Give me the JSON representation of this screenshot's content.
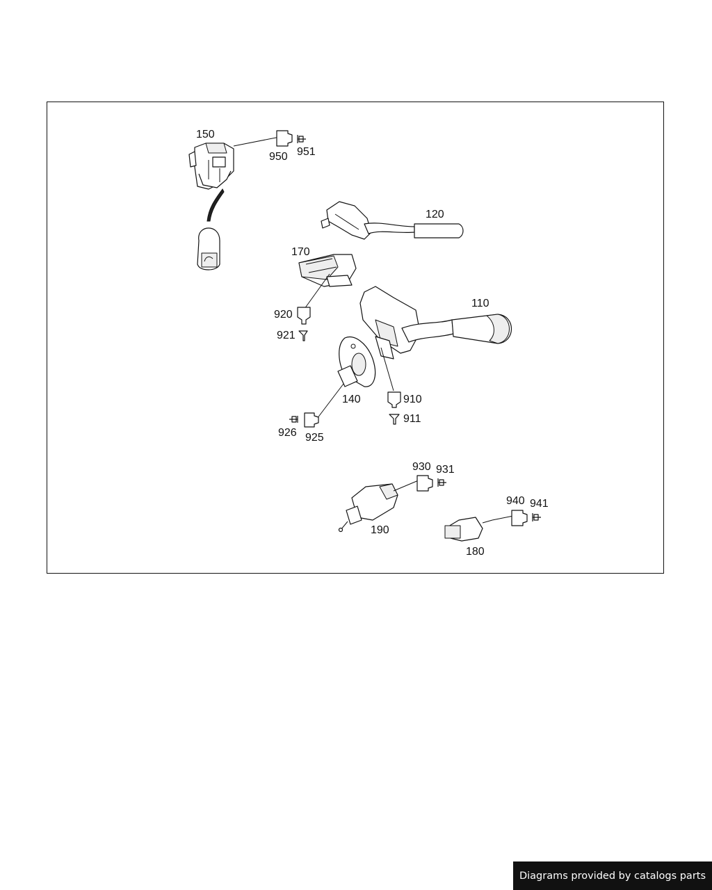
{
  "callouts": {
    "c150": "150",
    "c950": "950",
    "c951": "951",
    "c120": "120",
    "c170": "170",
    "c110": "110",
    "c920": "920",
    "c921": "921",
    "c140": "140",
    "c910": "910",
    "c911": "911",
    "c926": "926",
    "c925": "925",
    "c930": "930",
    "c931": "931",
    "c190": "190",
    "c940": "940",
    "c941": "941",
    "c180": "180"
  },
  "footer": {
    "credit": "Diagrams provided by catalogs parts"
  },
  "colors": {
    "line": "#111111",
    "background": "#ffffff",
    "credit_bg": "#111111"
  }
}
